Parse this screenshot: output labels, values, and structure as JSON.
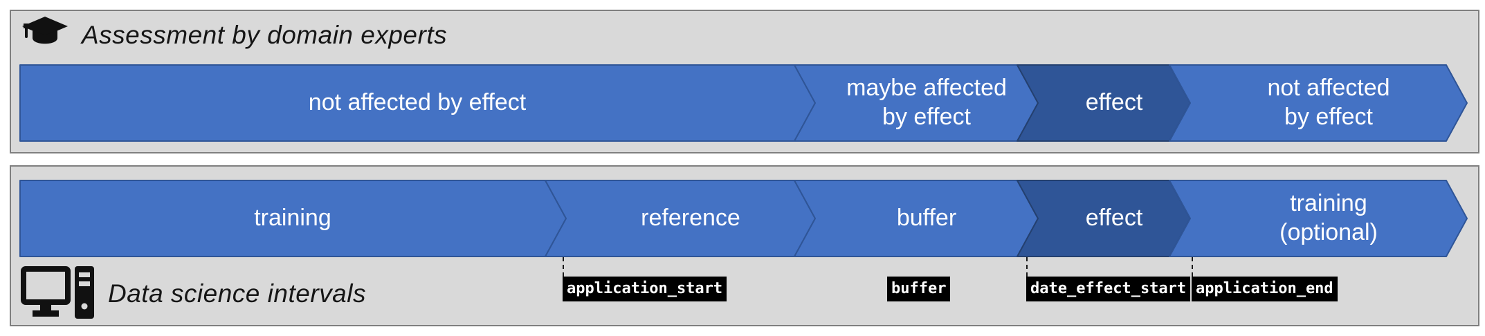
{
  "colors": {
    "page_bg": "#FFFFFF",
    "panel_bg": "#D9D9D9",
    "panel_border": "#7F7F7F",
    "segment_blue": "#4472C4",
    "segment_dark_blue": "#2F5597",
    "segment_text": "#FFFFFF",
    "marker_box_bg": "#000000",
    "marker_box_text": "#FFFFFF",
    "title_text": "#161616"
  },
  "experts_panel": {
    "title": "Assessment by domain experts",
    "icon": "graduation-cap",
    "segments": [
      {
        "label": "not affected by effect",
        "tone": "light"
      },
      {
        "label": "maybe affected\nby effect",
        "tone": "light"
      },
      {
        "label": "effect",
        "tone": "dark"
      },
      {
        "label": "not affected\nby effect",
        "tone": "light"
      }
    ]
  },
  "intervals_panel": {
    "title": "Data science intervals",
    "icon": "desktop-computer",
    "segments": [
      {
        "label": "training",
        "tone": "light"
      },
      {
        "label": "reference",
        "tone": "light"
      },
      {
        "label": "buffer",
        "tone": "light"
      },
      {
        "label": "effect",
        "tone": "dark"
      },
      {
        "label": "training\n(optional)",
        "tone": "light"
      }
    ],
    "markers": [
      {
        "label": "application_start",
        "dashed_line": true
      },
      {
        "label": "buffer",
        "dashed_line": false
      },
      {
        "label": "date_effect_start",
        "dashed_line": true
      },
      {
        "label": "application_end",
        "dashed_line": true
      }
    ]
  }
}
